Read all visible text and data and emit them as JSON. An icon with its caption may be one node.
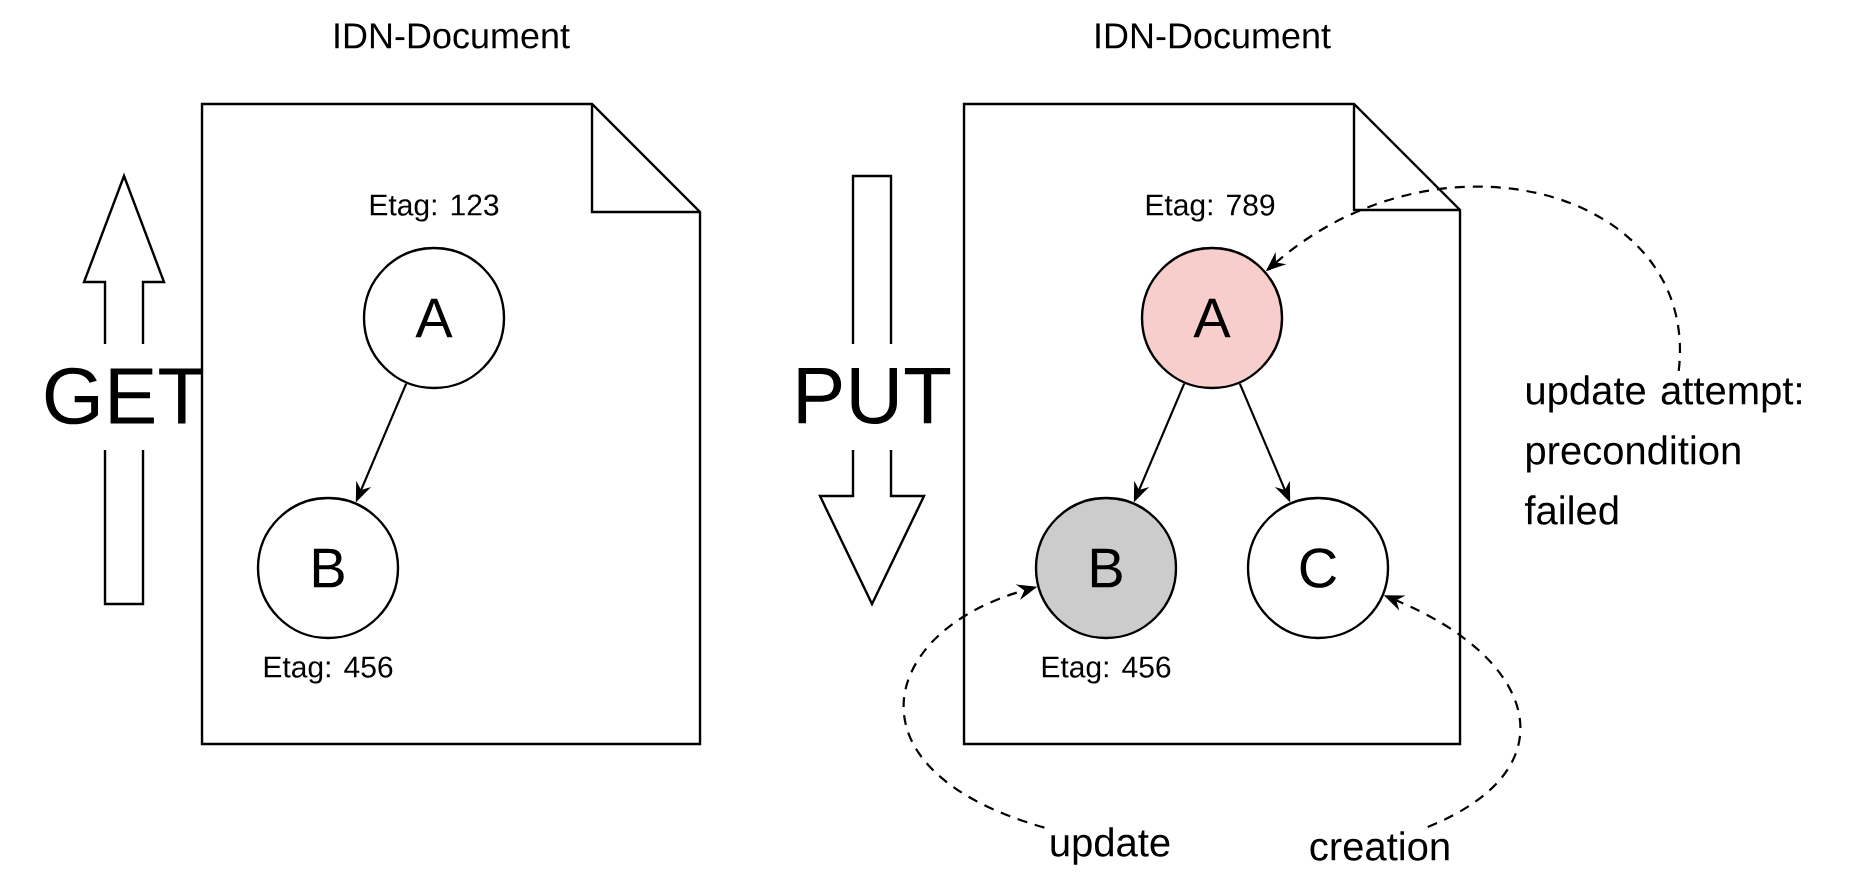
{
  "diagram": {
    "nodes": [
      {
        "text": [
          "IDN-Document"
        ]
      },
      {
        "text": [
          "A"
        ],
        "in": 0,
        "beside": [
          "Etag: 123"
        ]
      },
      {
        "text": [
          "B"
        ],
        "in": 0,
        "beside": [
          "Etag: 456"
        ]
      },
      {
        "text": [
          "IDN-Document"
        ]
      },
      {
        "text": [
          "A"
        ],
        "in": 3,
        "beside": [
          "Etag: 789"
        ]
      },
      {
        "text": [
          "B"
        ],
        "in": 3,
        "beside": [
          "Etag: 456"
        ]
      },
      {
        "text": [
          "C"
        ],
        "in": 3
      },
      {
        "text": [
          "update attempt: precondition failed"
        ]
      },
      {
        "text": [
          "update"
        ]
      },
      {
        "text": [
          "creation"
        ]
      }
    ],
    "edges": [
      {
        "from": 1,
        "to": 2,
        "arrow": "to"
      },
      {
        "from": 4,
        "to": 5,
        "arrow": "to"
      },
      {
        "from": 4,
        "to": 6,
        "arrow": "to"
      },
      {
        "from": 7,
        "to": 4,
        "arrow": "to",
        "style": "dashed"
      },
      {
        "from": 8,
        "to": 5,
        "arrow": "to",
        "style": "dashed"
      },
      {
        "from": 9,
        "to": 6,
        "arrow": "to",
        "style": "dashed"
      }
    ],
    "labels": [
      "GET",
      "PUT"
    ]
  }
}
